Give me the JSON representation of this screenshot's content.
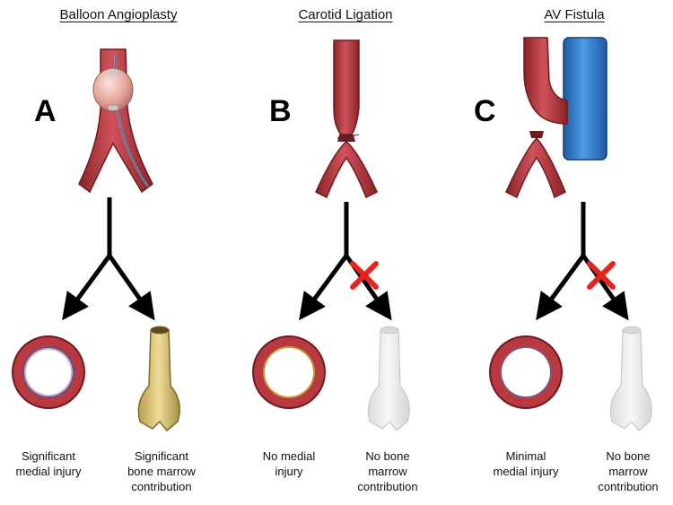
{
  "panels": [
    {
      "letter": "A",
      "title": "Balloon Angioplasty",
      "left_caption": "Significant\nmedial injury",
      "right_caption": "Significant\nbone marrow\ncontribution",
      "blocked": false
    },
    {
      "letter": "B",
      "title": "Carotid Ligation",
      "left_caption": "No medial\ninjury",
      "right_caption": "No bone\nmarrow\ncontribution",
      "blocked": true
    },
    {
      "letter": "C",
      "title": "AV Fistula",
      "left_caption": "Minimal\nmedial injury",
      "right_caption": "No bone\nmarrow\ncontribution",
      "blocked": true
    }
  ],
  "colors": {
    "artery": "#b8393f",
    "artery_dark": "#7d1e24",
    "vein": "#2f7fd0",
    "vein_dark": "#1c5aa0",
    "bone": "#d8c37a",
    "bone_ghost": "#e9e9e9",
    "cross": "#e8231b",
    "arrow": "#000000"
  }
}
